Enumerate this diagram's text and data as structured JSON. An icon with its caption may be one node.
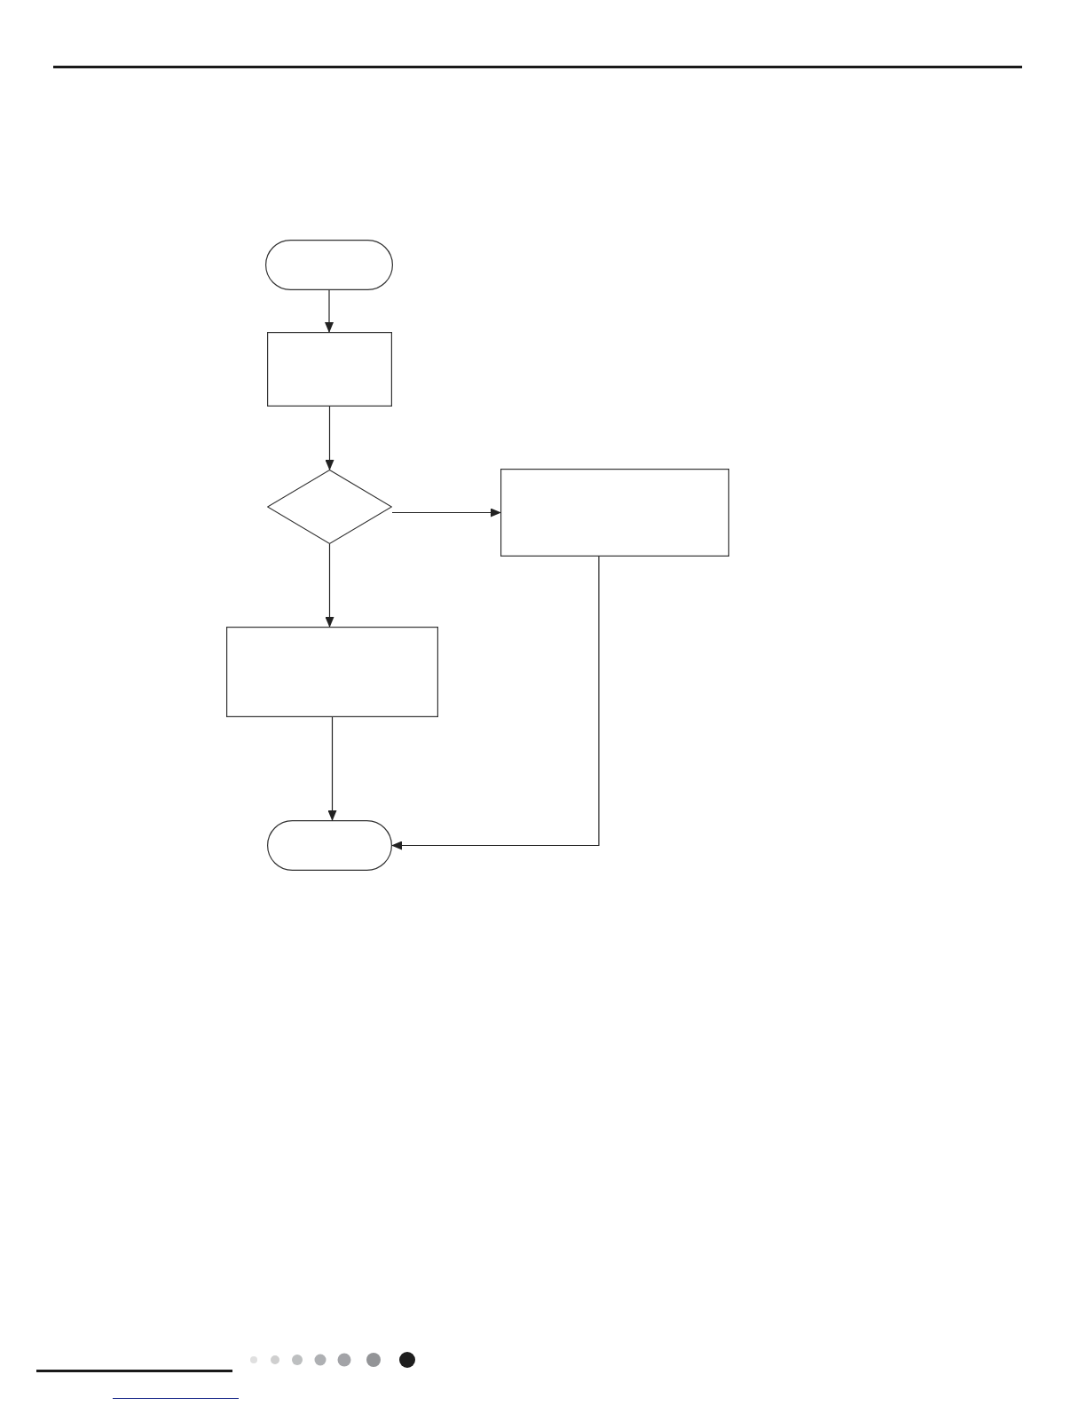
{
  "diagram": {
    "nodes": [
      {
        "text": [],
        "shape": "stadium"
      },
      {
        "text": [],
        "shape": "box"
      },
      {
        "text": [],
        "shape": "diamond"
      },
      {
        "text": [],
        "shape": "box"
      },
      {
        "text": [],
        "shape": "box"
      },
      {
        "text": [],
        "shape": "stadium"
      }
    ],
    "edges": [
      {
        "from": 0,
        "to": 1,
        "arrow": "to"
      },
      {
        "from": 1,
        "to": 2,
        "arrow": "to"
      },
      {
        "from": 2,
        "to": 3,
        "arrow": "to"
      },
      {
        "from": 2,
        "to": 4,
        "arrow": "to"
      },
      {
        "from": 4,
        "to": 5,
        "arrow": "to"
      },
      {
        "from": 3,
        "to": 5,
        "arrow": "to"
      }
    ]
  }
}
